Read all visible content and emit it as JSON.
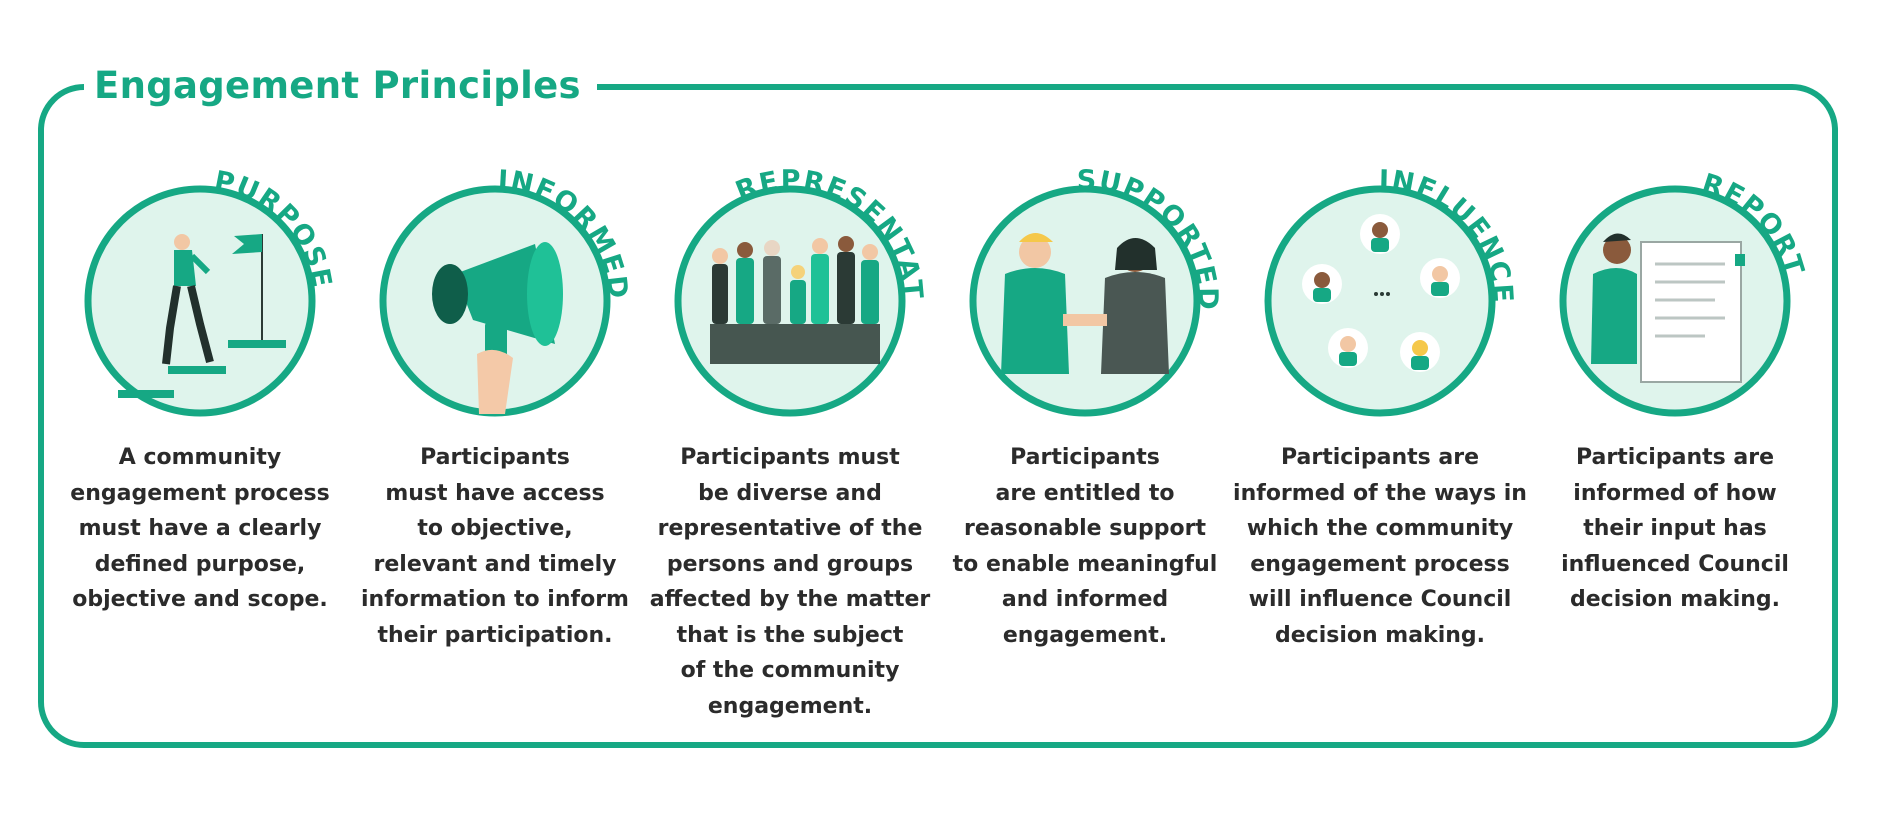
{
  "title": "Engagement Principles",
  "colors": {
    "brand": "#16a884",
    "circle_fill": "#dff4ec",
    "text": "#2b2b2b"
  },
  "principles": [
    {
      "name": "PURPOSE",
      "icon": "stairs-flag-icon",
      "description": "A community\nengagement process\nmust have a clearly\ndefined purpose,\nobjective and scope."
    },
    {
      "name": "INFORMED",
      "icon": "megaphone-icon",
      "description": "Participants\nmust have access\nto objective,\nrelevant and timely\ninformation to inform\ntheir participation."
    },
    {
      "name": "REPRESENTATIVE",
      "icon": "diverse-group-icon",
      "description": "Participants must\nbe diverse and\nrepresentative of the\npersons and groups\naffected by the matter\nthat is the subject\nof the community\nengagement."
    },
    {
      "name": "SUPPORTED",
      "icon": "handshake-icon",
      "description": "Participants\nare entitled to\nreasonable support\nto enable meaningful\nand informed\nengagement."
    },
    {
      "name": "INFLUENCE",
      "icon": "connected-people-icon",
      "description": "Participants are\ninformed of the ways in\nwhich the community\nengagement process\nwill influence Council\ndecision making."
    },
    {
      "name": "REPORT",
      "icon": "report-document-icon",
      "description": "Participants are\ninformed of how\ntheir input has\ninfluenced Council\ndecision making."
    }
  ]
}
